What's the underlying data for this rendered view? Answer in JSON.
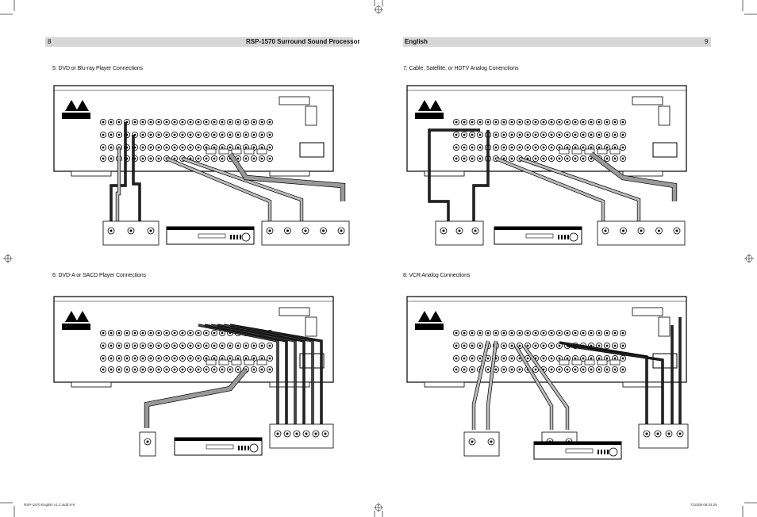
{
  "header": {
    "left_page_number": "8",
    "left_title": "RSP-1570 Surround Sound Processor",
    "right_title": "English",
    "right_page_number": "9"
  },
  "sections": [
    {
      "id": "s5",
      "title": "5: DVD or Blu-ray Player Connections"
    },
    {
      "id": "s7",
      "title": "7: Cable, Satellite, or HDTV Analog Conenctions"
    },
    {
      "id": "s6",
      "title": "6: DVD-A or SACD Player Connections"
    },
    {
      "id": "s8",
      "title": "8: VCR Analog Connections"
    }
  ],
  "footer": {
    "left": "RSP-1570 English v1.2.indd   8-9",
    "right": "7/10/08   08:04:26"
  }
}
